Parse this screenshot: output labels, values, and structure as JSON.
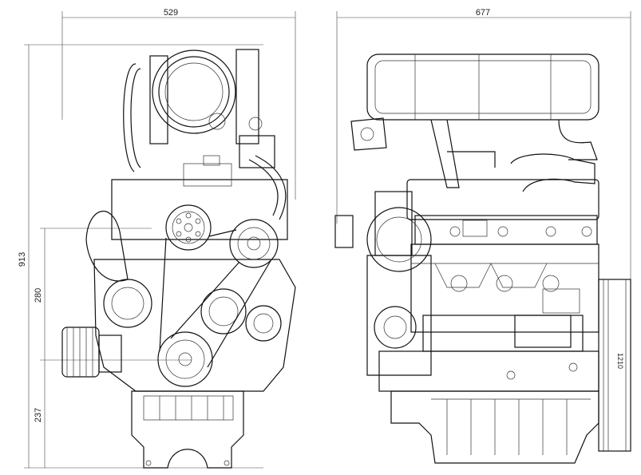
{
  "dimensions": {
    "front_width": "529",
    "side_length": "677",
    "total_height": "913",
    "crank_height": "280",
    "base_height": "237",
    "flywheel_mark": "1210"
  }
}
